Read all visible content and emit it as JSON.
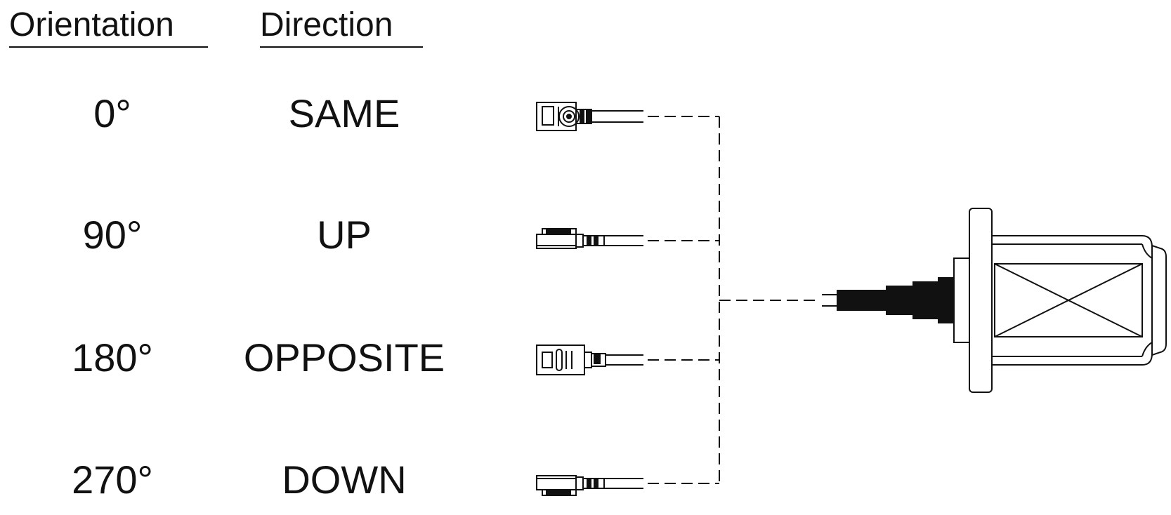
{
  "headers": {
    "orientation": "Orientation",
    "direction": "Direction"
  },
  "rows": [
    {
      "orientation": "0°",
      "direction": "SAME"
    },
    {
      "orientation": "90°",
      "direction": "UP"
    },
    {
      "orientation": "180°",
      "direction": "OPPOSITE"
    },
    {
      "orientation": "270°",
      "direction": "DOWN"
    }
  ]
}
